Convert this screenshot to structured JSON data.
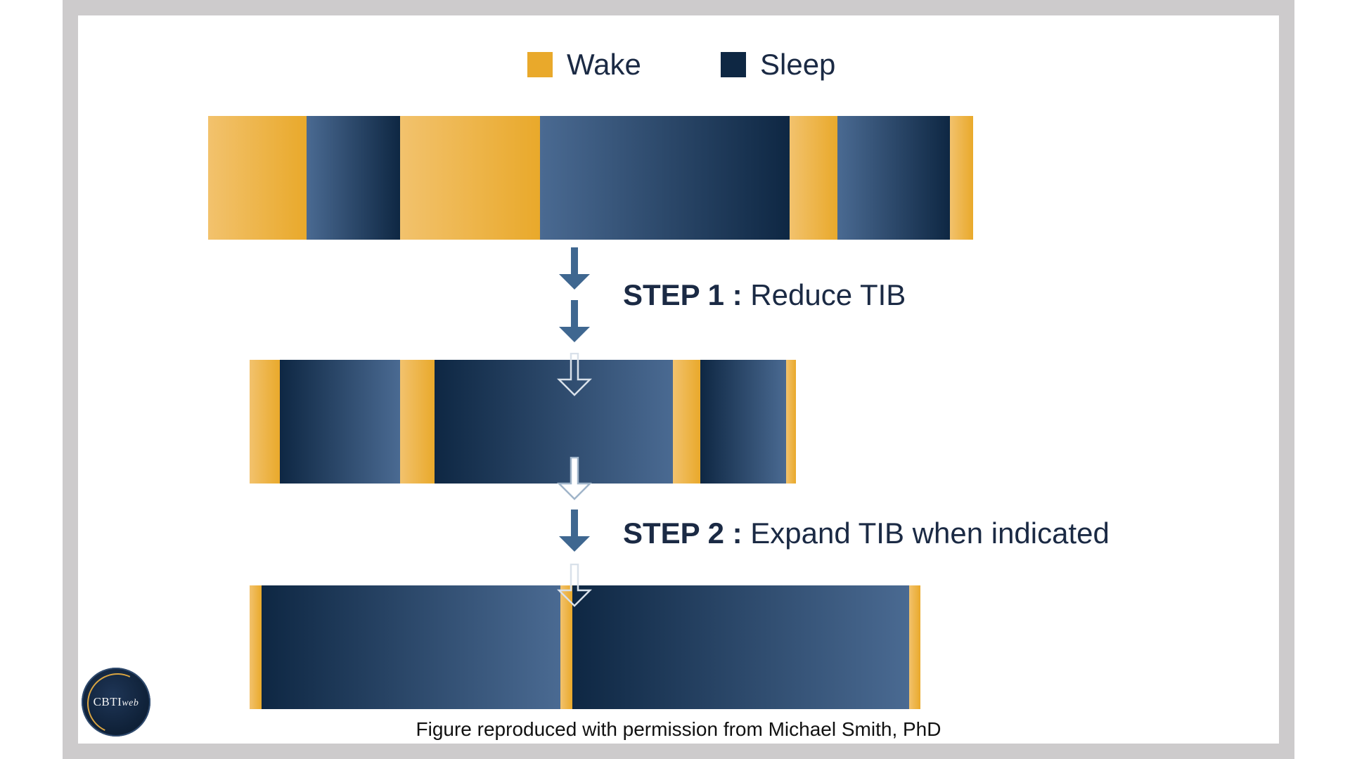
{
  "legend": [
    {
      "label": "Wake",
      "color": "#e9a92b"
    },
    {
      "label": "Sleep",
      "color": "#0e2743"
    }
  ],
  "steps": [
    {
      "bold": "STEP 1 :",
      "text": "Reduce TIB"
    },
    {
      "bold": "STEP 2 :",
      "text": "Expand TIB when indicated"
    }
  ],
  "caption": "Figure reproduced with permission from Michael Smith, PhD",
  "logo": {
    "main": "CBTI",
    "suffix": "web"
  },
  "colors": {
    "wake": "#e9a92b",
    "wake_light": "#f2c26d",
    "sleep": "#0e2743",
    "sleep_light": "#4a6a92",
    "arrow": "#3f6790",
    "text": "#1b2a44"
  },
  "bars": [
    {
      "name": "baseline",
      "segments": [
        {
          "state": "wake",
          "share": 140
        },
        {
          "state": "sleep",
          "share": 133
        },
        {
          "state": "wake",
          "share": 199
        },
        {
          "state": "sleep",
          "share": 355
        },
        {
          "state": "wake",
          "share": 68
        },
        {
          "state": "sleep",
          "share": 160
        },
        {
          "state": "wake",
          "share": 33
        }
      ]
    },
    {
      "name": "step1",
      "segments": [
        {
          "state": "wake",
          "share": 43
        },
        {
          "state": "sleep",
          "share": 171
        },
        {
          "state": "wake",
          "share": 49
        },
        {
          "state": "sleep",
          "share": 339
        },
        {
          "state": "wake",
          "share": 39
        },
        {
          "state": "sleep",
          "share": 122
        },
        {
          "state": "wake",
          "share": 14
        }
      ]
    },
    {
      "name": "step2",
      "segments": [
        {
          "state": "wake",
          "share": 17
        },
        {
          "state": "sleep",
          "share": 425
        },
        {
          "state": "wake",
          "share": 17
        },
        {
          "state": "sleep",
          "share": 479
        },
        {
          "state": "wake",
          "share": 16
        }
      ]
    }
  ]
}
